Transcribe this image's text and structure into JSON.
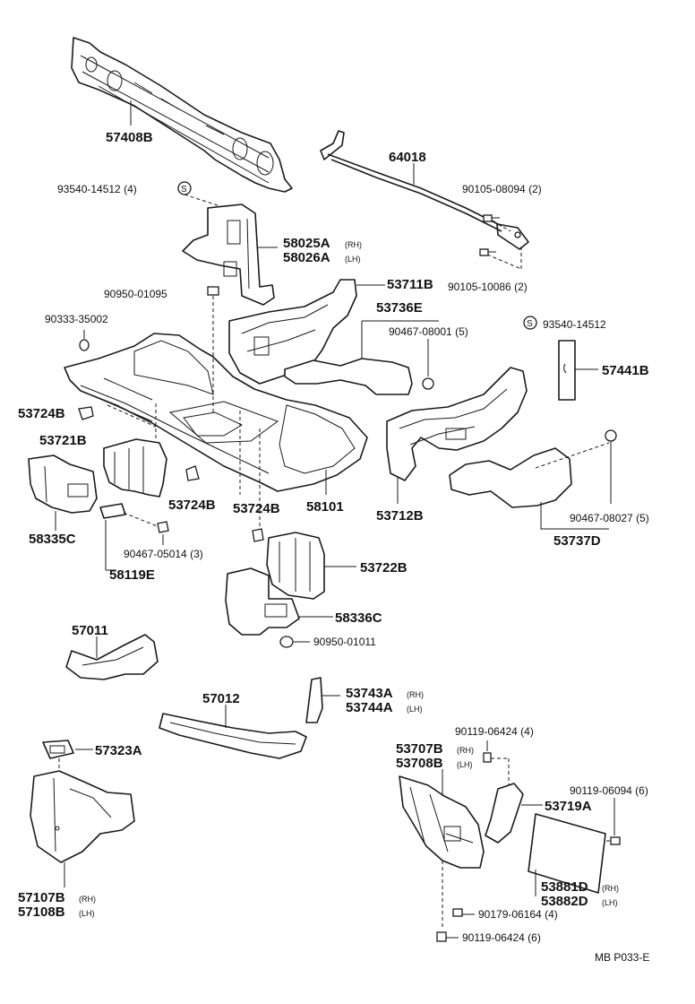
{
  "labels": {
    "p57408B": "57408B",
    "p64018": "64018",
    "p93540a": "93540-14512 (4)",
    "p90105a": "90105-08094 (2)",
    "p58025A": "58025A",
    "p58025A_side": "(RH)",
    "p58026A": "58026A",
    "p58026A_side": "(LH)",
    "p90105b": "90105-10086 (2)",
    "p53711B": "53711B",
    "p90950a": "90950-01095",
    "p53736E": "53736E",
    "p90333": "90333-35002",
    "p93540b": "93540-14512",
    "p90467a": "90467-08001 (5)",
    "p57441B": "57441B",
    "p53724B_a": "53724B",
    "p53721B": "53721B",
    "p53724B_b": "53724B",
    "p53724B_c": "53724B",
    "p58101": "58101",
    "p53712B": "53712B",
    "p90467b": "90467-08027 (5)",
    "p53737D": "53737D",
    "p58335C": "58335C",
    "p90467c": "90467-05014 (3)",
    "p58119E": "58119E",
    "p53722B": "53722B",
    "p58336C": "58336C",
    "p90950b": "90950-01011",
    "p57011": "57011",
    "p57012": "57012",
    "p53743A": "53743A",
    "p53743A_side": "(RH)",
    "p53744A": "53744A",
    "p53744A_side": "(LH)",
    "p57323A": "57323A",
    "p90119a": "90119-06424 (4)",
    "p53707B": "53707B",
    "p53707B_side": "(RH)",
    "p53708B": "53708B",
    "p53708B_side": "(LH)",
    "p90119b": "90119-06094 (6)",
    "p53719A": "53719A",
    "p53881D": "53881D",
    "p53881D_side": "(RH)",
    "p53882D": "53882D",
    "p53882D_side": "(LH)",
    "p90179": "90179-06164 (4)",
    "p57107B": "57107B",
    "p57107B_side": "(RH)",
    "p57108B": "57108B",
    "p57108B_side": "(LH)",
    "p90119c": "90119-06424 (6)",
    "ref": "MB  P033-E",
    "s_mark": "S"
  }
}
